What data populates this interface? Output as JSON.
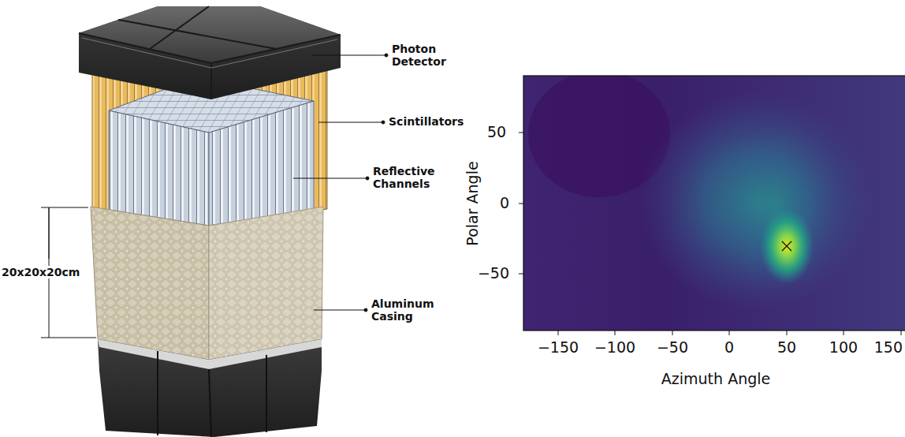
{
  "diagram": {
    "labels": [
      "Photon Detector",
      "Scintillators",
      "Reflective Channels",
      "Aluminum Casing",
      "20x20x20cm",
      "50",
      "0",
      "−50",
      "−150",
      "−100",
      "−50",
      "0",
      "50",
      "100",
      "150",
      "Polar Angle",
      "Azimuth Angle"
    ]
  }
}
